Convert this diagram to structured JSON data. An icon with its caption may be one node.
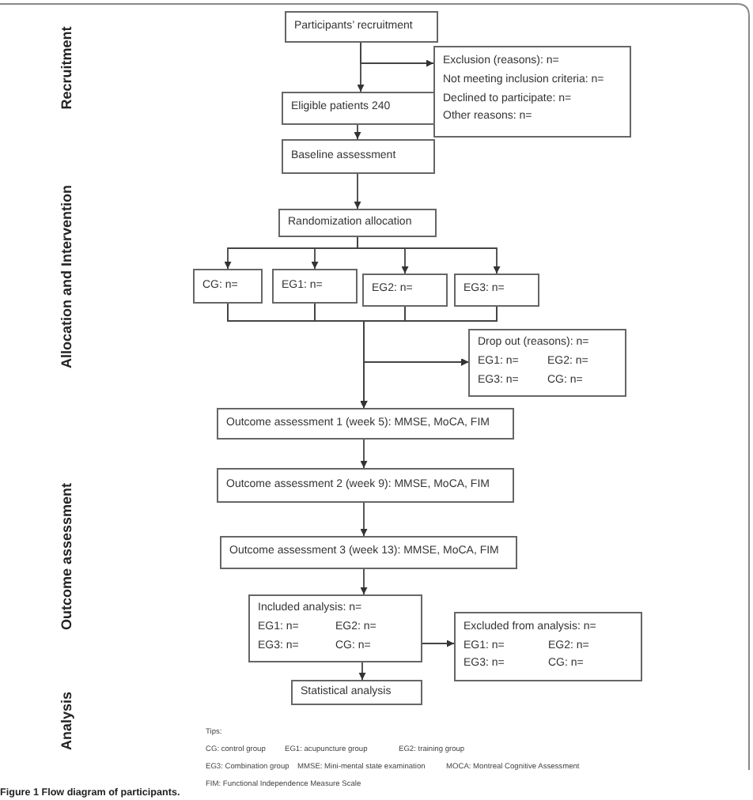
{
  "diagram": {
    "caption": "Figure 1 Flow diagram of participants.",
    "nodes": [
      {
        "text": [
          "Participants’ recruitment"
        ]
      },
      {
        "text": [
          "Exclusion (reasons): n=",
          "Not meeting inclusion criteria: n=",
          "Declined to participate: n=",
          "Other reasons: n="
        ]
      },
      {
        "text": [
          "Eligible patients 240"
        ]
      },
      {
        "text": [
          "Baseline assessment"
        ]
      },
      {
        "text": [
          "Randomization allocation"
        ]
      },
      {
        "text": [
          "CG: n="
        ]
      },
      {
        "text": [
          "EG1: n="
        ]
      },
      {
        "text": [
          "EG2: n="
        ]
      },
      {
        "text": [
          "EG3: n="
        ]
      },
      {
        "text": [
          "Drop out (reasons): n=",
          "EG1: n=",
          "EG2: n=",
          "EG3: n=",
          "CG: n="
        ]
      },
      {
        "text": [
          "Outcome assessment 1 (week 5): MMSE, MoCA, FIM"
        ]
      },
      {
        "text": [
          "Outcome assessment 2 (week 9): MMSE, MoCA, FIM"
        ]
      },
      {
        "text": [
          "Outcome assessment 3 (week 13): MMSE, MoCA, FIM"
        ]
      },
      {
        "text": [
          "Included analysis: n=",
          "EG1: n=",
          "EG2: n=",
          "EG3: n=",
          "CG: n="
        ]
      },
      {
        "text": [
          "Excluded from analysis: n=",
          "EG1: n=",
          "EG2: n=",
          "EG3: n=",
          "CG: n="
        ]
      },
      {
        "text": [
          "Statistical analysis"
        ]
      }
    ],
    "edges": [
      {
        "from": 0,
        "to": 2,
        "arrow": "to"
      },
      {
        "from": 0,
        "to": 1,
        "arrow": "to"
      },
      {
        "from": 2,
        "to": 3,
        "arrow": "to"
      },
      {
        "from": 3,
        "to": 4,
        "arrow": "to"
      },
      {
        "from": 4,
        "to": 5,
        "arrow": "to"
      },
      {
        "from": 4,
        "to": 6,
        "arrow": "to"
      },
      {
        "from": 4,
        "to": 7,
        "arrow": "to"
      },
      {
        "from": 4,
        "to": 8,
        "arrow": "to"
      },
      {
        "from": 5,
        "to": 10,
        "arrow": "to"
      },
      {
        "from": 6,
        "to": 10,
        "arrow": "to"
      },
      {
        "from": 7,
        "to": 10,
        "arrow": "to"
      },
      {
        "from": 8,
        "to": 10,
        "arrow": "to"
      },
      {
        "from": 5,
        "to": 9,
        "arrow": "to"
      },
      {
        "from": 6,
        "to": 9,
        "arrow": "to"
      },
      {
        "from": 7,
        "to": 9,
        "arrow": "to"
      },
      {
        "from": 8,
        "to": 9,
        "arrow": "to"
      },
      {
        "from": 10,
        "to": 11,
        "arrow": "to"
      },
      {
        "from": 11,
        "to": 12,
        "arrow": "to"
      },
      {
        "from": 12,
        "to": 13,
        "arrow": "to"
      },
      {
        "from": 13,
        "to": 14,
        "arrow": "to"
      },
      {
        "from": 13,
        "to": 15,
        "arrow": "to"
      }
    ],
    "labels": [
      "Recruitment",
      "Allocation and Intervention",
      "Outcome assessment",
      "Analysis",
      "Tips:",
      "CG: control group",
      "EG1: acupuncture group",
      "EG2: training group",
      "EG3: Combination group",
      "MMSE: Mini-mental state examination",
      "MOCA: Montreal Cognitive Assessment",
      "FIM: Functional Independence Measure Scale"
    ]
  }
}
